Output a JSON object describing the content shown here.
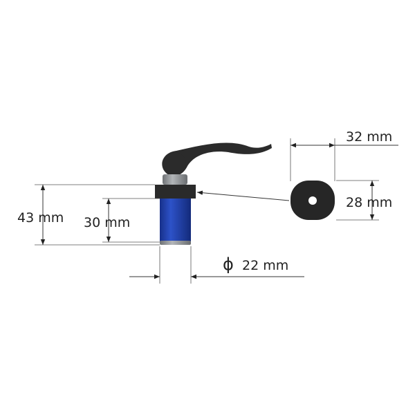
{
  "dimensions": {
    "total_height": "43 mm",
    "body_height": "30 mm",
    "diameter_symbol": "ϕ",
    "diameter": "22 mm",
    "disc_width": "32 mm",
    "disc_height": "28 mm"
  },
  "colors": {
    "body": "#1f3fa8",
    "ring": "#2a2a2a",
    "collar": "#8a8d90",
    "lever": "#2b2b2b"
  }
}
